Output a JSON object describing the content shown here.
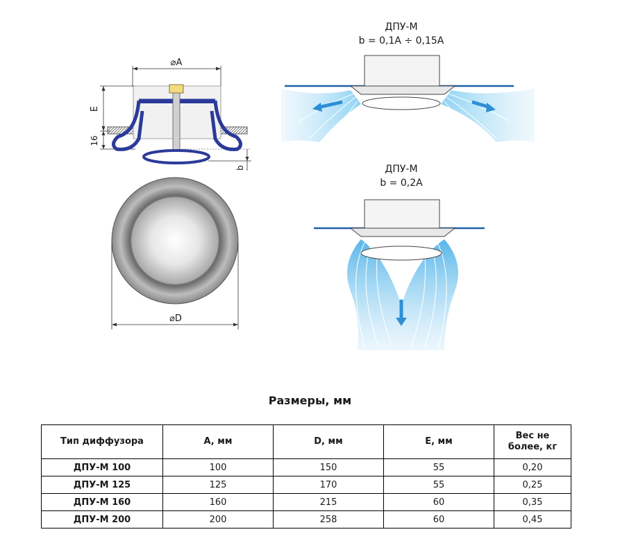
{
  "drawing": {
    "label_A": "⌀A",
    "label_D": "⌀D",
    "label_E": "E",
    "label_16": "16",
    "label_b": "b"
  },
  "modes": [
    {
      "name": "ДПУ-М",
      "formula": "b = 0,1A ÷ 0,15A"
    },
    {
      "name": "ДПУ-М",
      "formula": "b = 0,2A"
    }
  ],
  "table": {
    "title": "Размеры, мм",
    "headers": [
      "Тип диффузора",
      "A, мм",
      "D, мм",
      "E, мм",
      "Вес не более, кг"
    ],
    "rows": [
      [
        "ДПУ-М 100",
        "100",
        "150",
        "55",
        "0,20"
      ],
      [
        "ДПУ-М 125",
        "125",
        "170",
        "55",
        "0,25"
      ],
      [
        "ДПУ-М 160",
        "160",
        "215",
        "60",
        "0,35"
      ],
      [
        "ДПУ-М 200",
        "200",
        "258",
        "60",
        "0,45"
      ]
    ]
  },
  "colors": {
    "diffuser_blue": "#2b3a9a",
    "air_flow": "#4fb3e8",
    "ceiling": "#1d5fa8"
  }
}
